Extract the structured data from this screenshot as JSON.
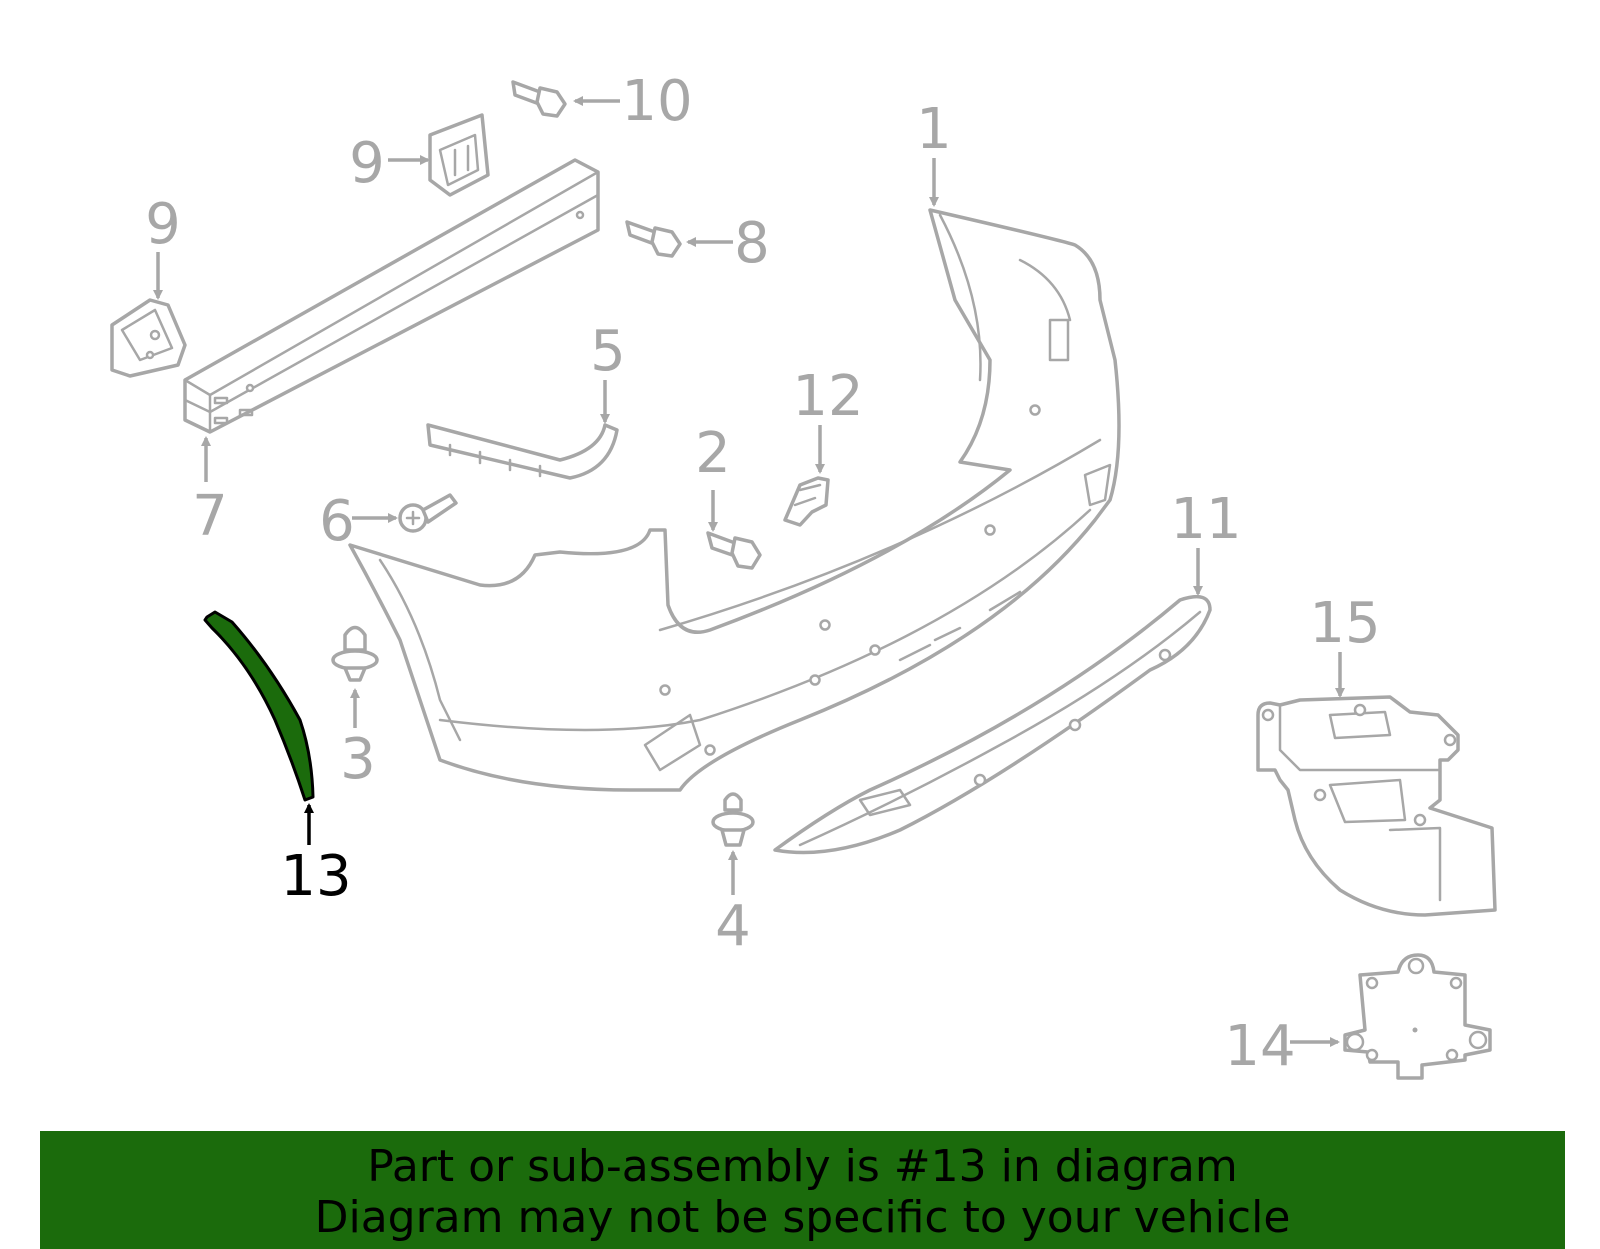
{
  "callouts": {
    "c1": "1",
    "c2": "2",
    "c3": "3",
    "c4": "4",
    "c5": "5",
    "c6": "6",
    "c7": "7",
    "c8": "8",
    "c9a": "9",
    "c9b": "9",
    "c10": "10",
    "c11": "11",
    "c12": "12",
    "c13": "13",
    "c14": "14",
    "c15": "15"
  },
  "highlighted_part": "13",
  "colors": {
    "highlight_fill": "#1b6b0c",
    "line_gray": "#a7a7a7",
    "banner_bg": "#1b6b0c"
  },
  "banner": {
    "line1": "Part or sub-assembly is #13 in diagram",
    "line2": "Diagram may not be specific to your vehicle"
  }
}
